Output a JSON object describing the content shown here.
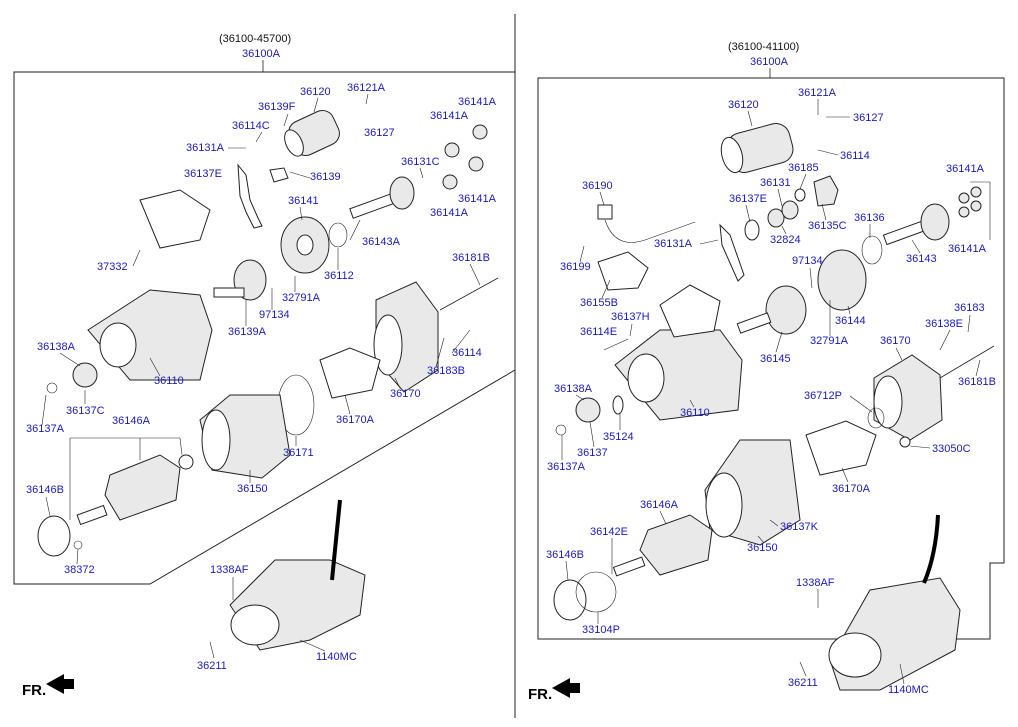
{
  "left_panel": {
    "header_code": "(36100-45700)",
    "assembly_code": "36100A",
    "fr_label": "FR.",
    "parts": {
      "p36120": "36120",
      "p36121A": "36121A",
      "p36139F": "36139F",
      "p36114C": "36114C",
      "p36127": "36127",
      "p36141A_1": "36141A",
      "p36141A_2": "36141A",
      "p36131A": "36131A",
      "p36131C": "36131C",
      "p36137E": "36137E",
      "p36139": "36139",
      "p36141": "36141",
      "p36141A_3": "36141A",
      "p36141A_4": "36141A",
      "p36143A": "36143A",
      "p37332": "37332",
      "p36112": "36112",
      "p36181B": "36181B",
      "p32791A": "32791A",
      "p97134": "97134",
      "p36139A": "36139A",
      "p36138A": "36138A",
      "p36110": "36110",
      "p36114": "36114",
      "p36183B": "36183B",
      "p36137C": "36137C",
      "p36137A": "36137A",
      "p36170A": "36170A",
      "p36170": "36170",
      "p36146A": "36146A",
      "p36171": "36171",
      "p36146B": "36146B",
      "p36150": "36150",
      "p38372": "38372",
      "p1338AF": "1338AF",
      "p36211": "36211",
      "p1140MC": "1140MC"
    }
  },
  "right_panel": {
    "header_code": "(36100-41100)",
    "assembly_code": "36100A",
    "fr_label": "FR.",
    "parts": {
      "p36120": "36120",
      "p36121A": "36121A",
      "p36127": "36127",
      "p36114": "36114",
      "p36190": "36190",
      "p36185": "36185",
      "p36141A_1": "36141A",
      "p36131": "36131",
      "p36137E": "36137E",
      "p36135C": "36135C",
      "p36136": "36136",
      "p32824": "32824",
      "p36131A": "36131A",
      "p36143": "36143",
      "p36141A_2": "36141A",
      "p36199": "36199",
      "p97134": "97134",
      "p36155B": "36155B",
      "p36137H": "36137H",
      "p36144": "36144",
      "p36183": "36183",
      "p36114E": "36114E",
      "p36138E": "36138E",
      "p36145": "36145",
      "p32791A": "32791A",
      "p36170": "36170",
      "p36181B": "36181B",
      "p36110": "36110",
      "p36138A": "36138A",
      "p36712P": "36712P",
      "p35124": "35124",
      "p36137": "36137",
      "p33050C": "33050C",
      "p36137A": "36137A",
      "p36170A": "36170A",
      "p36146A": "36146A",
      "p36137K": "36137K",
      "p36142E": "36142E",
      "p36150": "36150",
      "p36146B": "36146B",
      "p33104P": "33104P",
      "p1338AF": "1338AF",
      "p36211": "36211",
      "p1140MC": "1140MC"
    }
  }
}
